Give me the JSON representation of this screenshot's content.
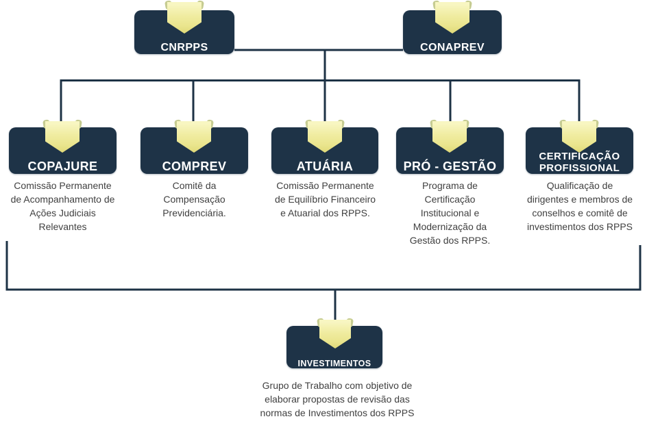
{
  "diagram": {
    "title_hint": "Estrutura CNRPPS / CONAPREV e comissões dos RPPS",
    "top_nodes": [
      {
        "id": "cnrpps",
        "label": "CNRPPS"
      },
      {
        "id": "conaprev",
        "label": "CONAPREV"
      }
    ],
    "child_nodes": [
      {
        "id": "copajure",
        "label": "COPAJURE",
        "description": "Comissão Permanente de Acompanhamento de Ações Judiciais Relevantes"
      },
      {
        "id": "comprev",
        "label": "COMPREV",
        "description": "Comitê da Compensação Previdenciária."
      },
      {
        "id": "atuaria",
        "label": "ATUÁRIA",
        "description": "Comissão Permanente de Equilíbrio Financeiro e Atuarial dos RPPS."
      },
      {
        "id": "pro-gestao",
        "label": "PRÓ - GESTÃO",
        "description": "Programa de Certificação Institucional e Modernização da Gestão dos RPPS."
      },
      {
        "id": "certificacao",
        "label": "CERTIFICAÇÃO PROFISSIONAL",
        "description": "Qualificação de dirigentes e membros de conselhos e comitê de investimentos dos RPPS"
      }
    ],
    "bottom_node": {
      "id": "investimentos",
      "label": "INVESTIMENTOS",
      "description": "Grupo de Trabalho com objetivo de elaborar propostas de revisão das normas de Investimentos dos RPPS"
    }
  },
  "colors": {
    "box": "#1e3347",
    "line": "#1d3245",
    "label": "#ffffff",
    "text": "#404040",
    "ribbon-light": "#f8f6c2",
    "ribbon-mid": "#f0eca0",
    "ribbon-dark": "#e0d978",
    "curl": "#c6cc92"
  }
}
